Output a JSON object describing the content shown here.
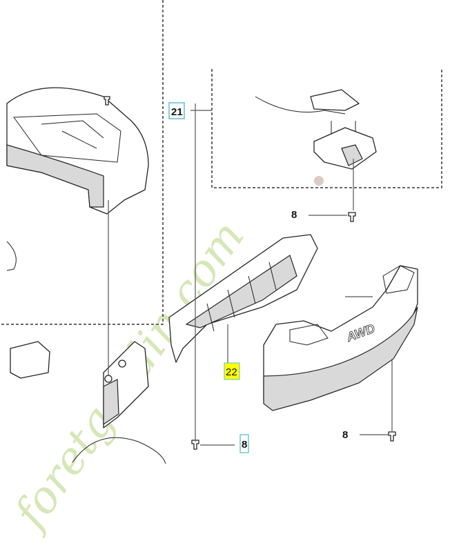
{
  "diagram": {
    "callouts": [
      {
        "id": "callout-21",
        "label": "21",
        "style": "boxed"
      },
      {
        "id": "callout-8-top",
        "label": "8",
        "style": "plain"
      },
      {
        "id": "callout-22",
        "label": "22",
        "style": "highlighted"
      },
      {
        "id": "callout-8-bottom-left",
        "label": "8",
        "style": "boxed"
      },
      {
        "id": "callout-8-bottom-right",
        "label": "8",
        "style": "plain"
      }
    ],
    "part_text": "AWD",
    "watermark": "foretgardin.com",
    "colors": {
      "highlight": "#ffff00",
      "box_border": "#5bc0d0",
      "watermark": "#c9dfa0"
    }
  }
}
